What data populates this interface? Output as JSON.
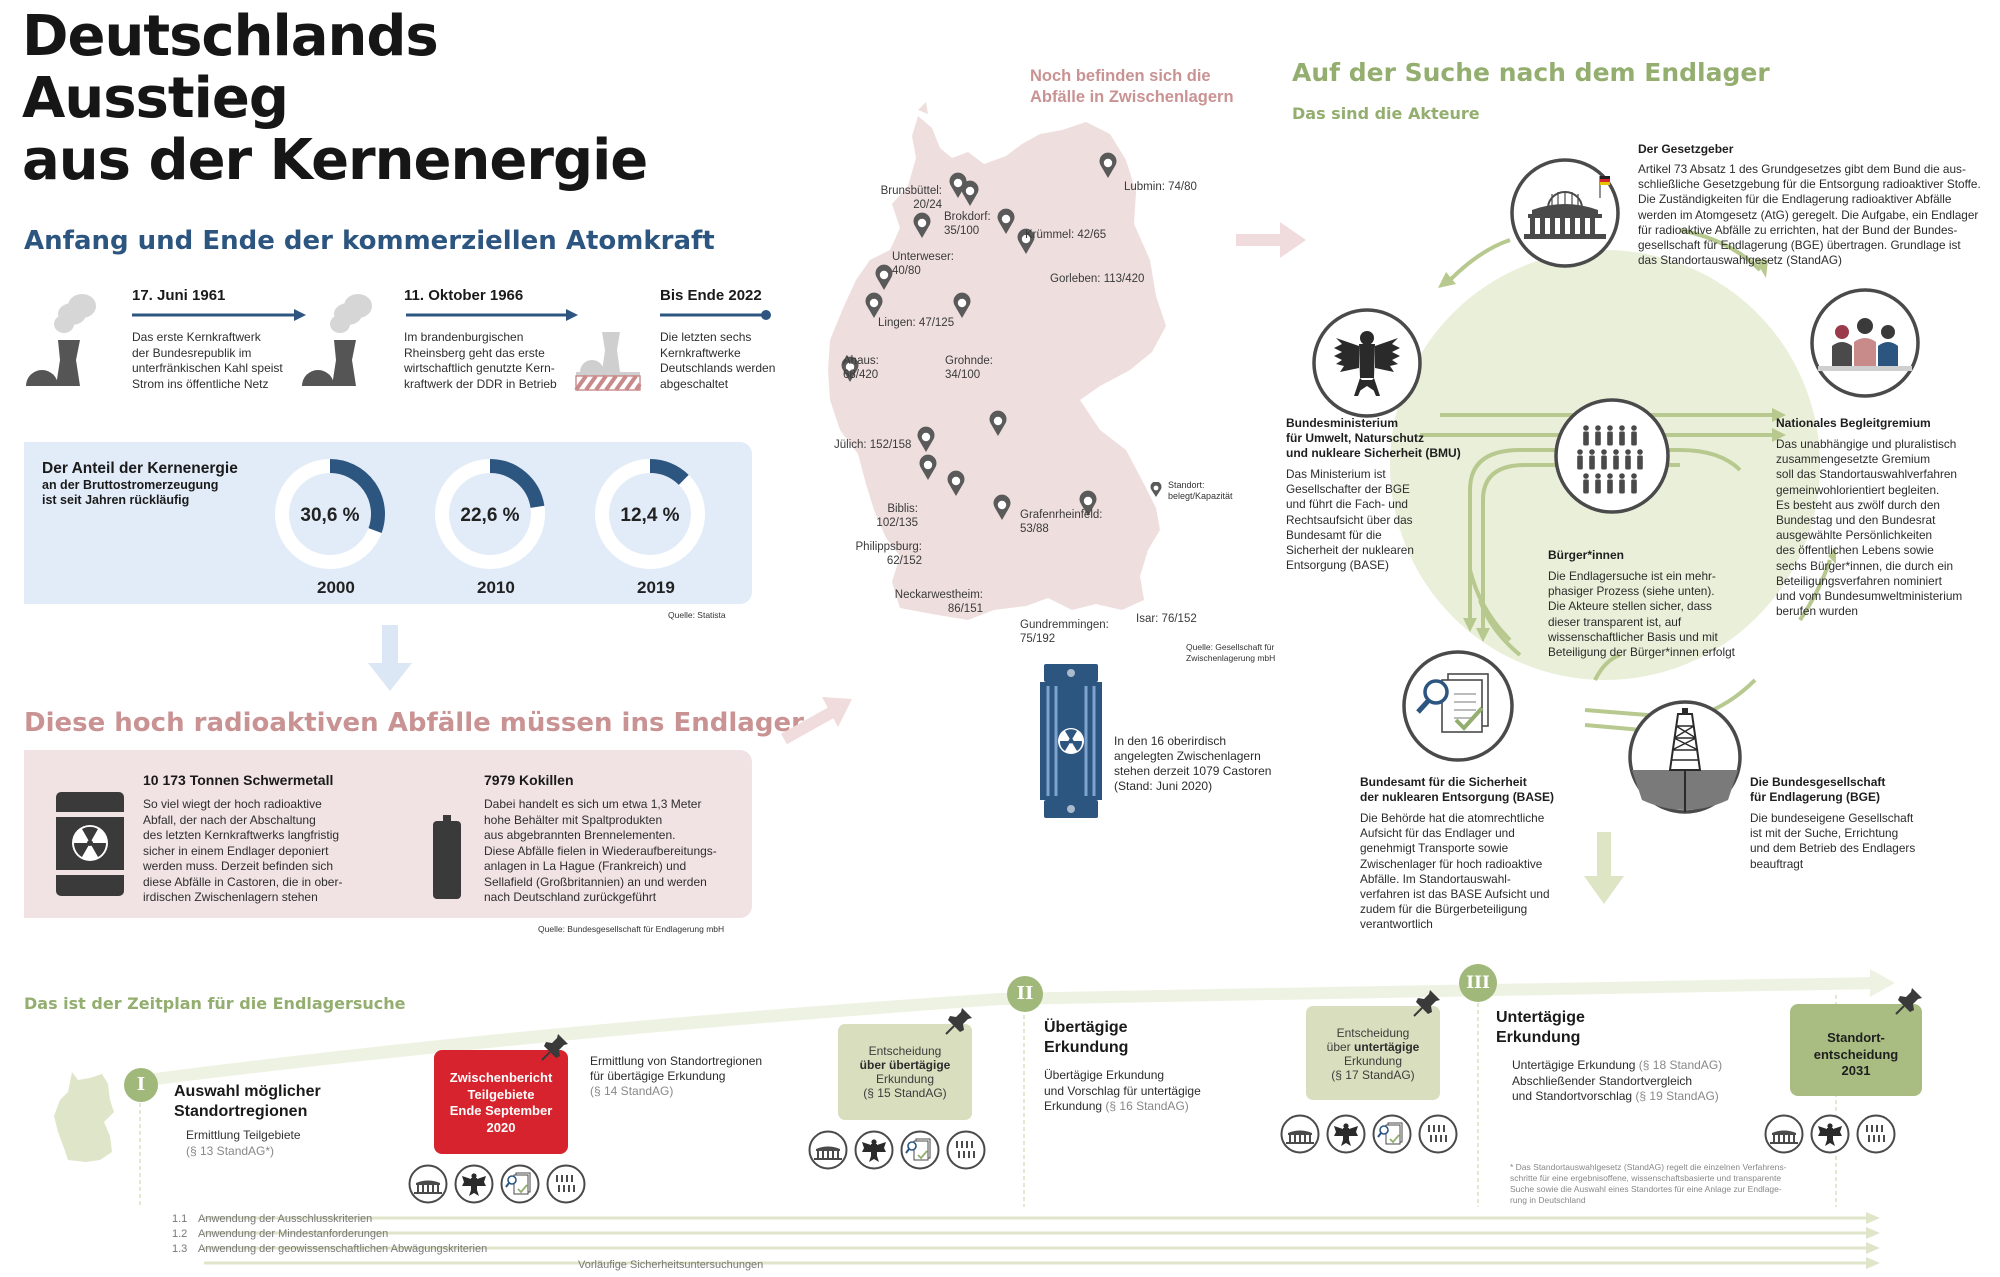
{
  "title": {
    "line1": "Deutschlands Ausstieg",
    "line2": "aus der Kernenergie"
  },
  "colors": {
    "blue": "#2c5580",
    "pink": "#c99293",
    "green": "#93ae6f",
    "red": "#d7232d",
    "lightblue": "#e2ecf8",
    "lightpink": "#f1e3e3",
    "mapfill": "#efdede"
  },
  "section1": {
    "heading": "Anfang und Ende der kommerziellen Atomkraft",
    "events": [
      {
        "date": "17. Juni 1961",
        "text": [
          "Das erste Kernkraftwerk",
          "der Bundesrepublik im",
          "unterfränkischen Kahl speist",
          "Strom ins öffentliche Netz"
        ]
      },
      {
        "date": "11. Oktober 1966",
        "text": [
          "Im brandenburgischen",
          "Rheinsberg geht das erste",
          "wirtschaftlich genutzte Kern-",
          "kraftwerk der DDR in Betrieb"
        ]
      },
      {
        "date": "Bis Ende 2022",
        "text": [
          "Die letzten sechs",
          "Kernkraftwerke",
          "Deutschlands werden",
          "abgeschaltet"
        ]
      }
    ],
    "share": {
      "title": "Der Anteil der Kernenergie",
      "sub1": "an der Bruttostromerzeugung",
      "sub2": "ist seit Jahren rückläufig",
      "donuts": [
        {
          "year": "2000",
          "label": "30,6 %",
          "value": 30.6
        },
        {
          "year": "2010",
          "label": "22,6 %",
          "value": 22.6
        },
        {
          "year": "2019",
          "label": "12,4 %",
          "value": 12.4
        }
      ],
      "source": "Quelle: Statista"
    }
  },
  "section2": {
    "heading": "Diese hoch radioaktiven Abfälle müssen ins Endlager",
    "metal": {
      "title": "10 173 Tonnen Schwermetall",
      "text": [
        "So viel wiegt der hoch radioaktive",
        "Abfall, der nach der Abschaltung",
        "des letzten Kernkraftwerks langfristig",
        "sicher in einem Endlager deponiert",
        "werden muss. Derzeit befinden sich",
        "diese Abfälle in Castoren, die in ober-",
        "irdischen Zwischenlagern stehen"
      ]
    },
    "kokillen": {
      "title": "7979 Kokillen",
      "text": [
        "Dabei handelt es sich um etwa 1,3 Meter",
        "hohe Behälter mit Spaltprodukten",
        "aus abgebrannten Brennelementen.",
        "Diese Abfälle fielen in Wiederaufbereitungs-",
        "anlagen in La Hague (Frankreich) und",
        "Sellafield (Großbritannien) an und werden",
        "nach Deutschland zurückgeführt"
      ]
    },
    "source": "Quelle: Bundesgesellschaft für Endlagerung mbH"
  },
  "map": {
    "title": [
      "Noch befinden sich die",
      "Abfälle in Zwischenlagern"
    ],
    "sites": [
      {
        "label": [
          "Brunsbüttel:",
          "20/24"
        ]
      },
      {
        "label": [
          "Brokdorf:",
          "35/100"
        ]
      },
      {
        "label": [
          "Krümmel: 42/65"
        ]
      },
      {
        "label": [
          "Lubmin: 74/80"
        ]
      },
      {
        "label": [
          "Unterweser:",
          "40/80"
        ]
      },
      {
        "label": [
          "Gorleben: 113/420"
        ]
      },
      {
        "label": [
          "Lingen: 47/125"
        ]
      },
      {
        "label": [
          "Ahaus:",
          "68/420"
        ]
      },
      {
        "label": [
          "Grohnde:",
          "34/100"
        ]
      },
      {
        "label": [
          "Jülich: 152/158"
        ]
      },
      {
        "label": [
          "Biblis:",
          "102/135"
        ]
      },
      {
        "label": [
          "Grafenrheinfeld:",
          "53/88"
        ]
      },
      {
        "label": [
          "Philippsburg:",
          "62/152"
        ]
      },
      {
        "label": [
          "Neckarwestheim:",
          "86/151"
        ]
      },
      {
        "label": [
          "Gundremmingen:",
          "75/192"
        ]
      },
      {
        "label": [
          "Isar: 76/152"
        ]
      }
    ],
    "legend": [
      "Standort:",
      "belegt/Kapazität"
    ],
    "source": [
      "Quelle: Gesellschaft für",
      "Zwischenlagerung mbH"
    ],
    "castor": [
      "In den 16 oberirdisch",
      "angelegten Zwischenlagern",
      "stehen derzeit 1079 Castoren",
      "(Stand: Juni 2020)"
    ]
  },
  "actors": {
    "heading": "Auf der Suche nach dem Endlager",
    "sub": "Das sind die Akteure",
    "gesetzgeber": {
      "title": "Der Gesetzgeber",
      "text": [
        "Artikel 73 Absatz 1 des Grundgesetzes gibt dem Bund die aus-",
        "schließliche Gesetzgebung für die Entsorgung radioaktiver Stoffe.",
        "Die Zuständigkeiten für die Endlagerung radioaktiver Abfälle",
        "werden im Atomgesetz (AtG) geregelt. Die Aufgabe, ein Endlager",
        "für radioaktive Abfälle zu errichten, hat der Bund der Bundes-",
        "gesellschaft für Endlagerung (BGE) übertragen. Grundlage ist",
        "das Standortauswahlgesetz (StandAG)"
      ]
    },
    "bmu": {
      "title": [
        "Bundesministerium",
        "für Umwelt, Naturschutz",
        "und nukleare Sicherheit (BMU)"
      ],
      "text": [
        "Das Ministerium ist",
        "Gesellschafter der BGE",
        "und führt die Fach- und",
        "Rechtsaufsicht über das",
        "Bundesamt für die",
        "Sicherheit der nuklearen",
        "Entsorgung (BASE)"
      ]
    },
    "nbg": {
      "title": "Nationales Begleitgremium",
      "text": [
        "Das unabhängige und pluralistisch",
        "zusammengesetzte Gremium",
        "soll das Standortauswahlverfahren",
        "gemeinwohlorientiert begleiten.",
        "Es besteht aus zwölf durch den",
        "Bundestag und den Bundesrat",
        "ausgewählte Persönlichkeiten",
        "des öffentlichen Lebens sowie",
        "sechs Bürger*innen, die durch ein",
        "Beteiligungsverfahren nominiert",
        "und vom Bundesumweltministerium",
        "berufen wurden"
      ]
    },
    "buerger": {
      "title": "Bürger*innen",
      "text": [
        "Die Endlagersuche ist ein mehr-",
        "phasiger Prozess (siehe unten).",
        "Die Akteure stellen sicher, dass",
        "dieser transparent ist, auf",
        "wissenschaftlicher Basis und mit",
        "Beteiligung der Bürger*innen erfolgt"
      ]
    },
    "base": {
      "title": [
        "Bundesamt für die Sicherheit",
        "der nuklearen Entsorgung (BASE)"
      ],
      "text": [
        "Die Behörde hat die atomrechtliche",
        "Aufsicht für das Endlager und",
        "genehmigt Transporte sowie",
        "Zwischenlager für hoch radioaktive",
        "Abfälle. Im Standortauswahl-",
        "verfahren ist das BASE Aufsicht und",
        "zudem für die Bürgerbeteiligung",
        "verantwortlich"
      ]
    },
    "bge": {
      "title": [
        "Die Bundesgesellschaft",
        "für Endlagerung (BGE)"
      ],
      "text": [
        "Die bundeseigene Gesellschaft",
        "ist mit der Suche, Errichtung",
        "und dem Betrieb des Endlagers",
        "beauftragt"
      ]
    }
  },
  "timeline": {
    "heading": "Das ist der Zeitplan für die Endlagersuche",
    "phase1": {
      "numeral": "I",
      "title": [
        "Auswahl möglicher",
        "Standortregionen"
      ],
      "sub": "Ermittlung Teilgebiete",
      "law": "(§ 13 StandAG*)"
    },
    "zwischenbericht": [
      "Zwischenbericht",
      "Teilgebiete",
      "Ende September",
      "2020"
    ],
    "regionen": {
      "text": [
        "Ermittlung von Standortregionen",
        "für übertägige Erkundung"
      ],
      "law": "(§ 14 StandAG)"
    },
    "entscheidung1": [
      "Entscheidung",
      "über übertägige",
      "Erkundung",
      "(§ 15 StandAG)"
    ],
    "phase2": {
      "numeral": "II",
      "title": [
        "Übertägige",
        "Erkundung"
      ],
      "text": [
        "Übertägige Erkundung",
        "und Vorschlag für untertägige",
        "Erkundung"
      ],
      "law": "(§ 16 StandAG)"
    },
    "entscheidung2": [
      "Entscheidung",
      "über untertägige",
      "Erkundung",
      "(§ 17 StandAG)"
    ],
    "phase3": {
      "numeral": "III",
      "title": [
        "Untertägige",
        "Erkundung"
      ],
      "line1": "Untertägige Erkundung",
      "law1": "(§ 18 StandAG)",
      "line2": "Abschließender Standortvergleich",
      "line3": "und Standortvorschlag",
      "law3": "(§ 19 StandAG)"
    },
    "standort": [
      "Standort-",
      "entscheidung",
      "2031"
    ],
    "footnote": [
      "* Das Standortauswahlgesetz (StandAG) regelt die einzelnen Verfahrens-",
      "schritte für eine ergebnisoffene, wissenschaftsbasierte und transparente",
      "Suche sowie die Auswahl eines Standortes für eine Anlage zur Endlage-",
      "rung in Deutschland"
    ],
    "criteria": [
      {
        "num": "1.1",
        "text": "Anwendung der Ausschlusskriterien"
      },
      {
        "num": "1.2",
        "text": "Anwendung der Mindestanforderungen"
      },
      {
        "num": "1.3",
        "text": "Anwendung der geowissenschaftlichen Abwägungskriterien"
      }
    ],
    "safety": "Vorläufige Sicherheitsuntersuchungen"
  }
}
